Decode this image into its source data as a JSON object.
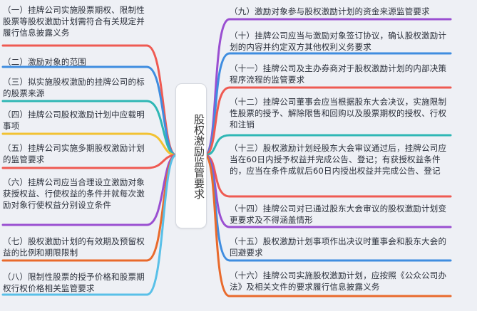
{
  "center": {
    "title": "股权激励监管要求"
  },
  "left_items": [
    {
      "label": "（一）挂牌公司实施股票期权、限制性股票等股权激励计划需符合有关规定并履行信息披露义务",
      "color": "#ef5a52"
    },
    {
      "label": "（二）激励对象的范围",
      "color": "#3f8de0"
    },
    {
      "label": "（三）拟实施股权激励的挂牌公司的标的股票来源",
      "color": "#2fb7b5"
    },
    {
      "label": "（四）挂牌公司股权激励计划中应载明事项",
      "color": "#f2c232"
    },
    {
      "label": "（五）挂牌公司实施多期股权激励计划的监管要求",
      "color": "#ef5a52"
    },
    {
      "label": "（六）挂牌公司应当合理设立激励对象获授权益、行使权益的条件并就每次激励对象行使权益分别设立条件",
      "color": "#9a4fd1"
    },
    {
      "label": "（七）股权激励计划的有效期及预留权益的比例和期限限制",
      "color": "#e96a2c"
    },
    {
      "label": "（八）限制性股票的授予价格和股票期权行权价格相关监管要求",
      "color": "#59c0e8"
    }
  ],
  "right_items": [
    {
      "label": "（九）激励对象参与股权激励计划的资金来源监管要求",
      "color": "#9a4fd1"
    },
    {
      "label": "（十）挂牌公司应当与激励对象签订协议，确认股权激励计划的内容并约定双方其他权利义务要求",
      "color": "#3f8de0"
    },
    {
      "label": "（十一）挂牌公司及主办券商对于股权激励计划的内部决策程序流程的监管要求",
      "color": "#ef5a52"
    },
    {
      "label": "（十二）挂牌公司董事会应当根据股东大会决议，实施限制性股票的授予、解除限售和回购以及股票期权的授权、行权和注销",
      "color": "#2fb7b5"
    },
    {
      "label": "（十三）股权激励计划经股东大会审议通过后，挂牌公司应当在60日内授予权益并完成公告、登记；有获授权益条件的，应当在条件成就后60日内授出权益并完成公告、登记",
      "color": "#ef5a52"
    },
    {
      "label": "（十四）挂牌公司对已通过股东大会审议的股权激励计划变更要求及不得涵盖情形",
      "color": "#9a4fd1"
    },
    {
      "label": "（十五）股权激励计划事项作出决议时董事会和股东大会的回避要求",
      "color": "#3f8de0"
    },
    {
      "label": "（十六）挂牌公司实施股权激励计划，应按照《公众公司办法》及相关文件的要求履行信息披露义务",
      "color": "#e96a2c"
    }
  ]
}
